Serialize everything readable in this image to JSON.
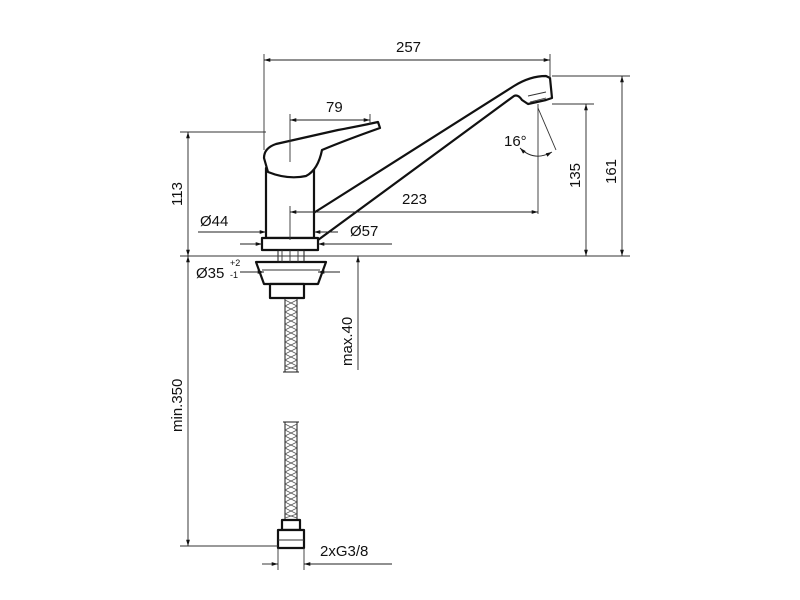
{
  "dimensions": {
    "overall_reach": "257",
    "lever_length": "79",
    "spout_angle": "16°",
    "base_to_spout_outlet": "135",
    "overall_height": "161",
    "body_height": "113",
    "spout_reach": "223",
    "body_diameter": "Ø44",
    "base_diameter": "Ø57",
    "hole_diameter": "Ø35",
    "hole_tol_plus": "+2",
    "hole_tol_minus": "-1",
    "max_deck_thickness": "max.40",
    "min_hose_length": "min.350",
    "hose_connection": "2xG3/8"
  }
}
